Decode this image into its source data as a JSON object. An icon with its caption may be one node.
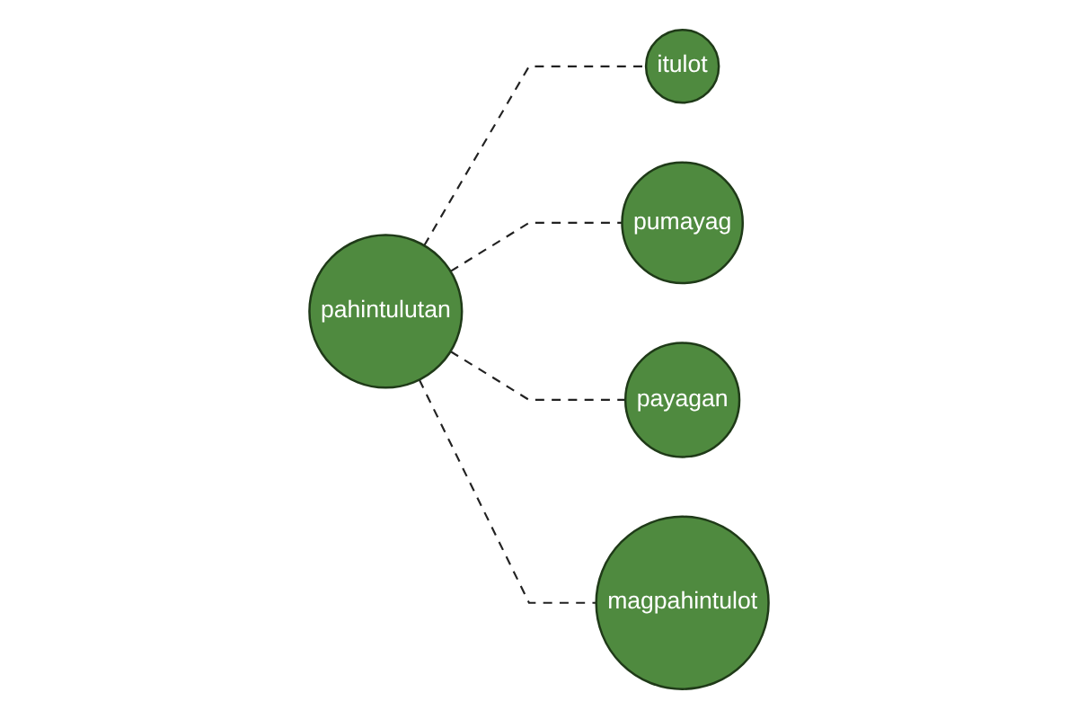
{
  "diagram": {
    "nodes": [
      {
        "text": [
          "itulot"
        ]
      },
      {
        "text": [
          "pumayag"
        ]
      },
      {
        "text": [
          "payagan"
        ]
      },
      {
        "text": [
          "pahintulutan"
        ]
      },
      {
        "text": [
          "magpahintulot"
        ]
      }
    ],
    "edges": [
      {
        "from": 3,
        "to": 0,
        "arrow": "none",
        "style": "dashed"
      },
      {
        "from": 3,
        "to": 1,
        "arrow": "none",
        "style": "dashed"
      },
      {
        "from": 3,
        "to": 2,
        "arrow": "none",
        "style": "dashed"
      },
      {
        "from": 3,
        "to": 4,
        "arrow": "none",
        "style": "dashed"
      }
    ]
  }
}
